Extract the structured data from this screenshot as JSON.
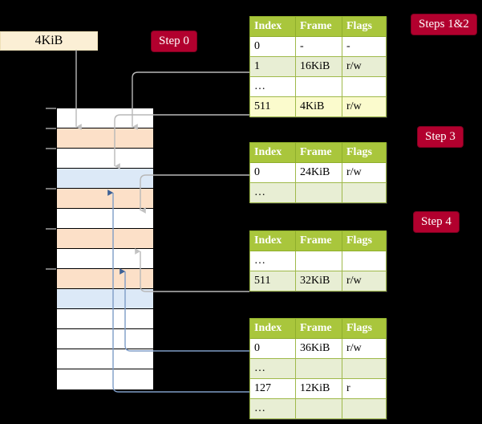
{
  "diagram": {
    "title": "multi-level page table walk",
    "background": "#000000"
  },
  "source_box": {
    "label": "4KiB"
  },
  "badges": [
    {
      "id": "step0",
      "label": "Step 0"
    },
    {
      "id": "step12",
      "label": "Steps 1&2"
    },
    {
      "id": "step3",
      "label": "Step 3"
    },
    {
      "id": "step4",
      "label": "Step 4"
    }
  ],
  "tables": [
    {
      "id": "table-level4",
      "headers": [
        "Index",
        "Frame",
        "Flags"
      ],
      "rows": [
        {
          "cells": [
            "0",
            "-",
            "-"
          ],
          "style": "row-odd"
        },
        {
          "cells": [
            "1",
            "16KiB",
            "r/w"
          ],
          "style": "row-even"
        },
        {
          "cells": [
            "…",
            "",
            ""
          ],
          "style": "row-odd"
        },
        {
          "cells": [
            "511",
            "4KiB",
            "r/w"
          ],
          "style": "row-hl"
        }
      ]
    },
    {
      "id": "table-level3",
      "headers": [
        "Index",
        "Frame",
        "Flags"
      ],
      "rows": [
        {
          "cells": [
            "0",
            "24KiB",
            "r/w"
          ],
          "style": "row-odd"
        },
        {
          "cells": [
            "…",
            "",
            ""
          ],
          "style": "row-even"
        }
      ]
    },
    {
      "id": "table-level2",
      "headers": [
        "Index",
        "Frame",
        "Flags"
      ],
      "rows": [
        {
          "cells": [
            "…",
            "",
            ""
          ],
          "style": "row-odd"
        },
        {
          "cells": [
            "511",
            "32KiB",
            "r/w"
          ],
          "style": "row-even"
        }
      ]
    },
    {
      "id": "table-level1",
      "headers": [
        "Index",
        "Frame",
        "Flags"
      ],
      "rows": [
        {
          "cells": [
            "0",
            "36KiB",
            "r/w"
          ],
          "style": "row-odd"
        },
        {
          "cells": [
            "…",
            "",
            ""
          ],
          "style": "row-even"
        },
        {
          "cells": [
            "127",
            "12KiB",
            "r"
          ],
          "style": "row-odd"
        },
        {
          "cells": [
            "…",
            "",
            ""
          ],
          "style": "row-even"
        }
      ]
    }
  ],
  "memory": {
    "name": "physical-memory-column",
    "rows": [
      {
        "fill": "m-white"
      },
      {
        "fill": "m-orange"
      },
      {
        "fill": "m-white"
      },
      {
        "fill": "m-blue"
      },
      {
        "fill": "m-orange"
      },
      {
        "fill": "m-white"
      },
      {
        "fill": "m-orange"
      },
      {
        "fill": "m-white"
      },
      {
        "fill": "m-orange"
      },
      {
        "fill": "m-blue"
      },
      {
        "fill": "m-white"
      },
      {
        "fill": "m-orange-none"
      },
      {
        "fill": "m-white"
      },
      {
        "fill": "m-white"
      }
    ]
  },
  "colors": {
    "badge": "#b2002e",
    "table_header": "#a9c63c",
    "table_row_alt": "#e8eed4",
    "table_row_highlight": "#fbfbcd",
    "source_box": "#fbefd5",
    "memory_orange": "#fce0c8",
    "memory_blue": "#dce9f7",
    "wire_gray": "#b0b0b0",
    "wire_blue": "#6e8fbe"
  }
}
